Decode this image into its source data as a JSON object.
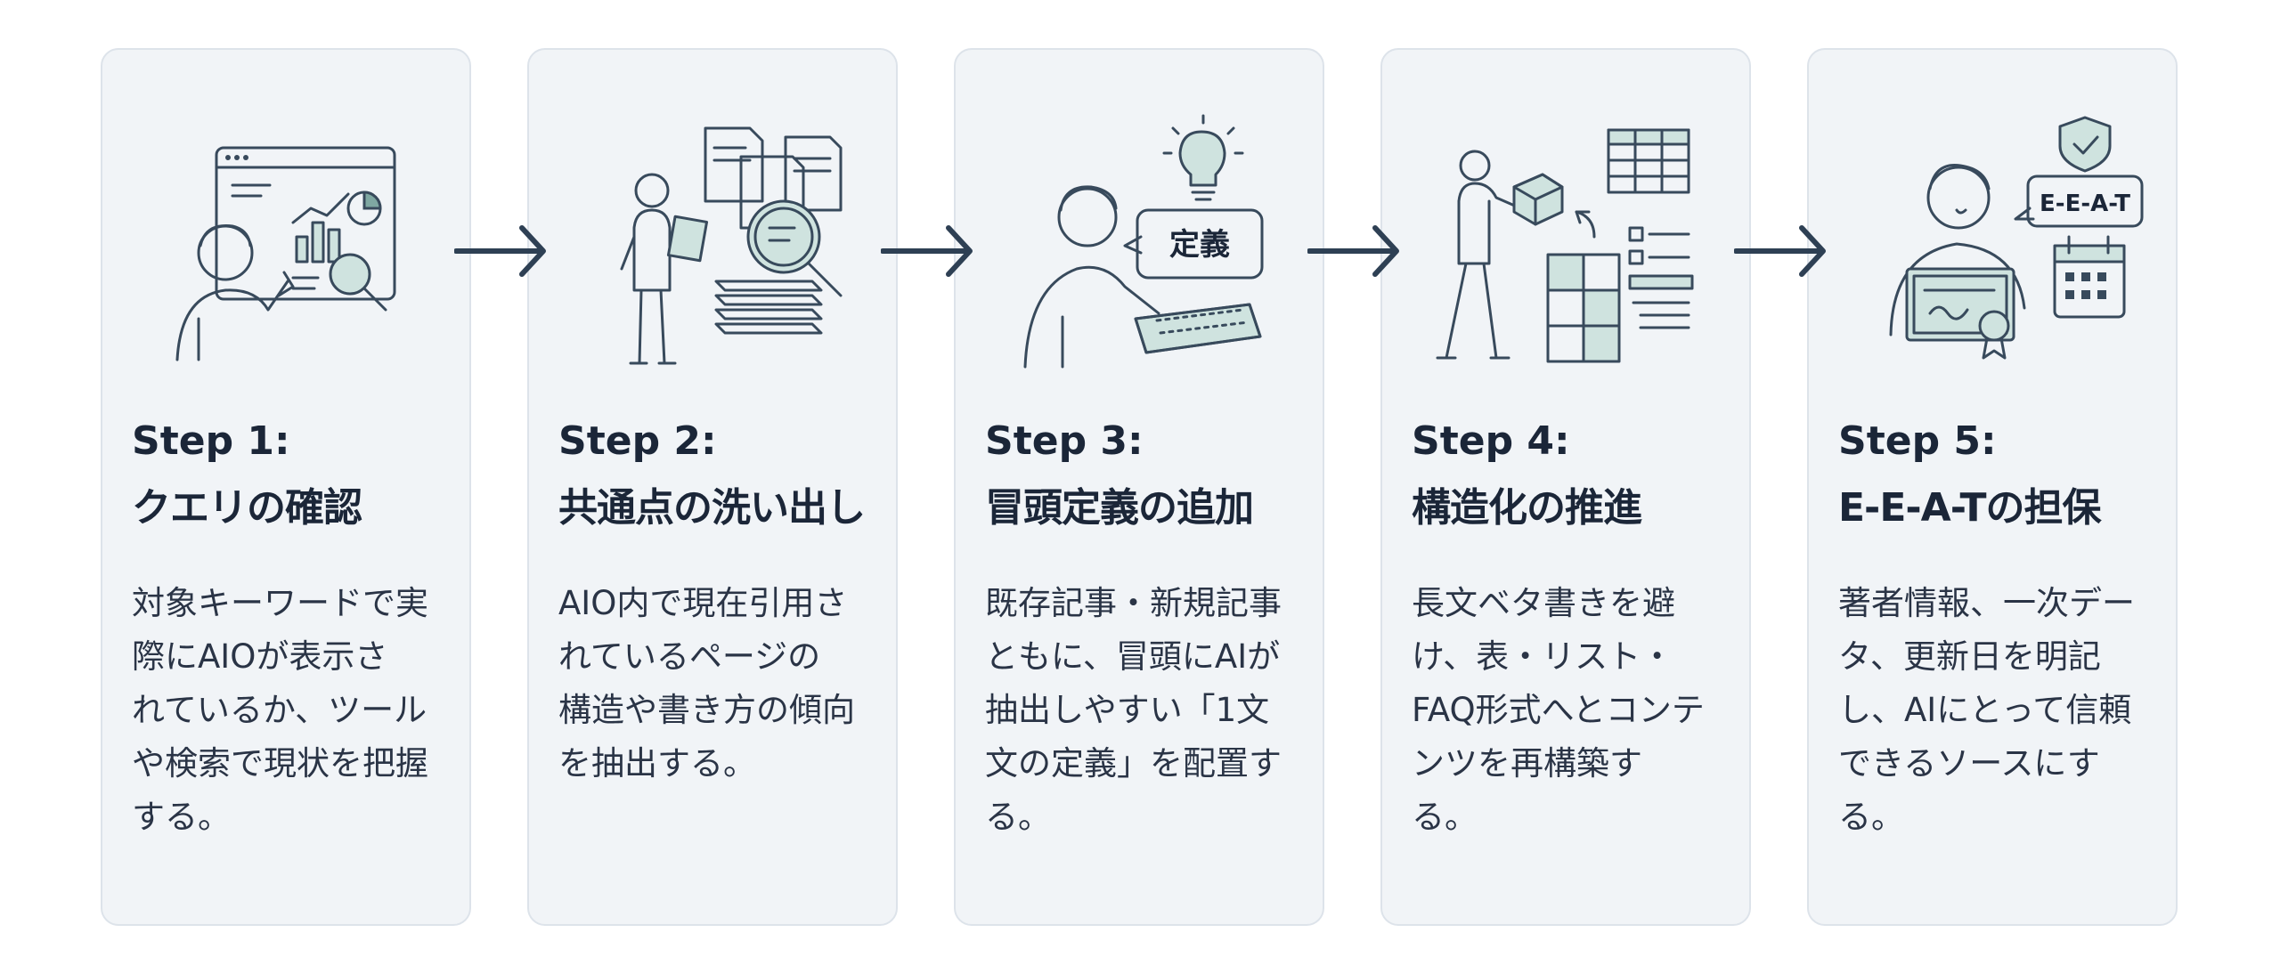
{
  "steps": [
    {
      "number": "Step 1:",
      "title": "クエリの確認",
      "body": [
        "対象キーワードで実",
        "際にAIOが表示さ",
        "れているか、ツール",
        "や検索で現状を把握",
        "する。"
      ]
    },
    {
      "number": "Step 2:",
      "title": "共通点の洗い出し",
      "body": [
        "AIO内で現在引用さ",
        "れているページの",
        "構造や書き方の傾向",
        "を抽出する。"
      ]
    },
    {
      "number": "Step 3:",
      "title": "冒頭定義の追加",
      "illustration_label": "定義",
      "body": [
        "既存記事・新規記事",
        "ともに、冒頭にAIが",
        "抽出しやすい「1文",
        "文の定義」を配置す",
        "る。"
      ]
    },
    {
      "number": "Step 4:",
      "title": "構造化の推進",
      "body": [
        "長文ベタ書きを避",
        "け、表・リスト・",
        "FAQ形式へとコンテ",
        "ンツを再構築す",
        "る。"
      ]
    },
    {
      "number": "Step 5:",
      "title": "E-E-A-Tの担保",
      "illustration_label": "E-E-A-T",
      "body": [
        "著者情報、一次デー",
        "タ、更新日を明記",
        "し、AIにとって信頼",
        "できるソースにす",
        "る。"
      ]
    }
  ],
  "colors": {
    "card_background": "#f1f4f7",
    "card_border": "#dde3ea",
    "text": "#1b2638",
    "line_art": "#384a5c",
    "accent": "#cfe3df",
    "arrow": "#2e4054"
  },
  "icons": {
    "step1": "analytics-dashboard-magnifier-icon",
    "step2": "documents-magnifier-icon",
    "step3": "definition-keyboard-lightbulb-icon",
    "step4": "structure-puzzle-table-icon",
    "step5": "trust-certificate-shield-icon",
    "connector": "arrow-right-icon"
  }
}
